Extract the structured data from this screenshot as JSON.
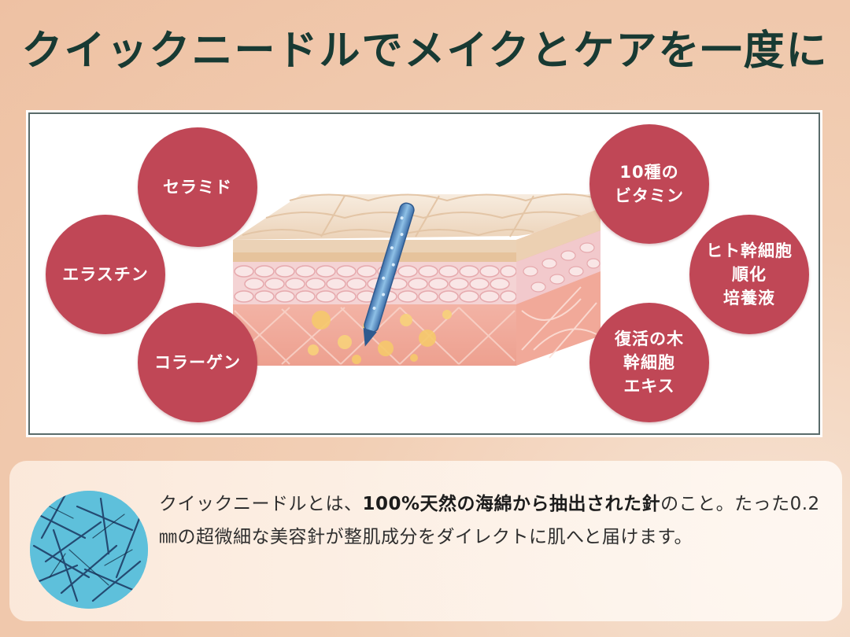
{
  "headline": "クイックニードルでメイクとケアを一度に",
  "ingredients_left": [
    {
      "label": "セラミド"
    },
    {
      "label": "エラスチン"
    },
    {
      "label": "コラーゲン"
    }
  ],
  "ingredients_right": [
    {
      "label": "10種の\nビタミン"
    },
    {
      "label": "ヒト幹細胞\n順化\n培養液"
    },
    {
      "label": "復活の木\n幹細胞\nエキス"
    }
  ],
  "description": {
    "part1": "クイックニードルとは、",
    "part2_bold": "100%天然の海綿から抽出された針",
    "part3": "のこと。たった0.2㎜の超微細な美容針が整肌成分をダイレクトに肌へと届けます。"
  },
  "colors": {
    "bubble": "#c04756",
    "headline": "#183a33",
    "sponge_background": "#5ec0db"
  }
}
